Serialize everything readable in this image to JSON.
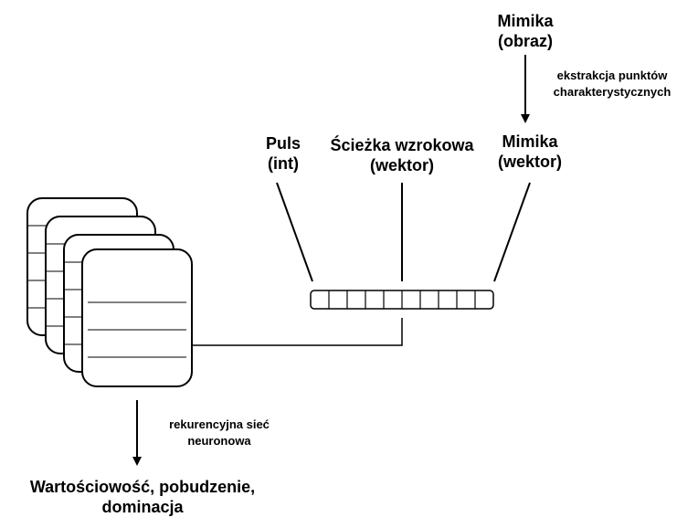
{
  "labels": {
    "mimika_image": [
      "Mimika",
      "(obraz)"
    ],
    "extraction": [
      "ekstrakcja punktów",
      "charakterystycznych"
    ],
    "puls": [
      "Puls",
      "(int)"
    ],
    "gaze": [
      "Ścieżka wzrokowa",
      "(wektor)"
    ],
    "mimika_vector": [
      "Mimika",
      "(wektor)"
    ],
    "rnn": [
      "rekurencyjna sieć",
      "neuronowa"
    ],
    "output": [
      "Wartościowość, pobudzenie,",
      "dominacja"
    ]
  }
}
